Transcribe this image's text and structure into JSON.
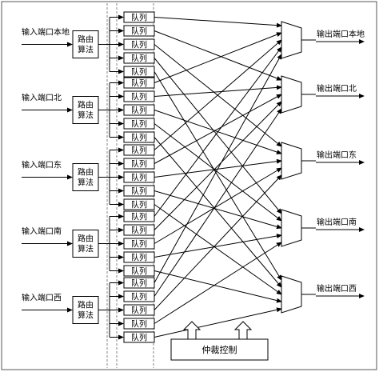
{
  "inputs": [
    {
      "label": "输入端口本地",
      "router": [
        "路由",
        "算法"
      ]
    },
    {
      "label": "输入端口北",
      "router": [
        "路由",
        "算法"
      ]
    },
    {
      "label": "输入端口东",
      "router": [
        "路由",
        "算法"
      ]
    },
    {
      "label": "输入端口南",
      "router": [
        "路由",
        "算法"
      ]
    },
    {
      "label": "输入端口西",
      "router": [
        "路由",
        "算法"
      ]
    }
  ],
  "queue_label": "队列",
  "queues_per_input": 5,
  "outputs": [
    "输出端口本地",
    "输出端口北",
    "输出端口东",
    "输出端口南",
    "输出端口西"
  ],
  "arbiter_label": "仲裁控制"
}
